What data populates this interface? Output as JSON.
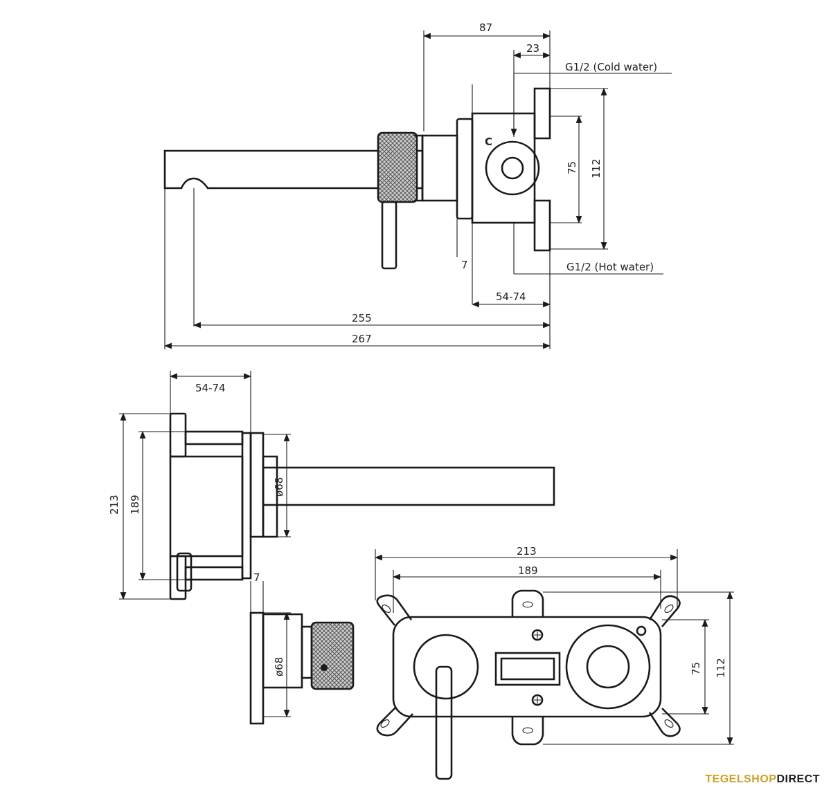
{
  "top_view": {
    "dim_87": "87",
    "dim_23": "23",
    "label_cold": "G1/2 (Cold water)",
    "label_hot": "G1/2 (Hot water)",
    "dim_75": "75",
    "dim_112": "112",
    "dim_7": "7",
    "dim_54_74": "54-74",
    "dim_255": "255",
    "dim_267": "267",
    "letter_c": "C"
  },
  "side_view": {
    "dim_54_74": "54-74",
    "dim_213": "213",
    "dim_189": "189",
    "dim_d68_top": "ø68",
    "dim_d68_bottom": "ø68",
    "dim_7": "7"
  },
  "front_view": {
    "dim_213": "213",
    "dim_189": "189",
    "dim_75": "75",
    "dim_112": "112"
  },
  "brand": {
    "part1": "TEGELSHOP",
    "part2": "DIRECT"
  }
}
